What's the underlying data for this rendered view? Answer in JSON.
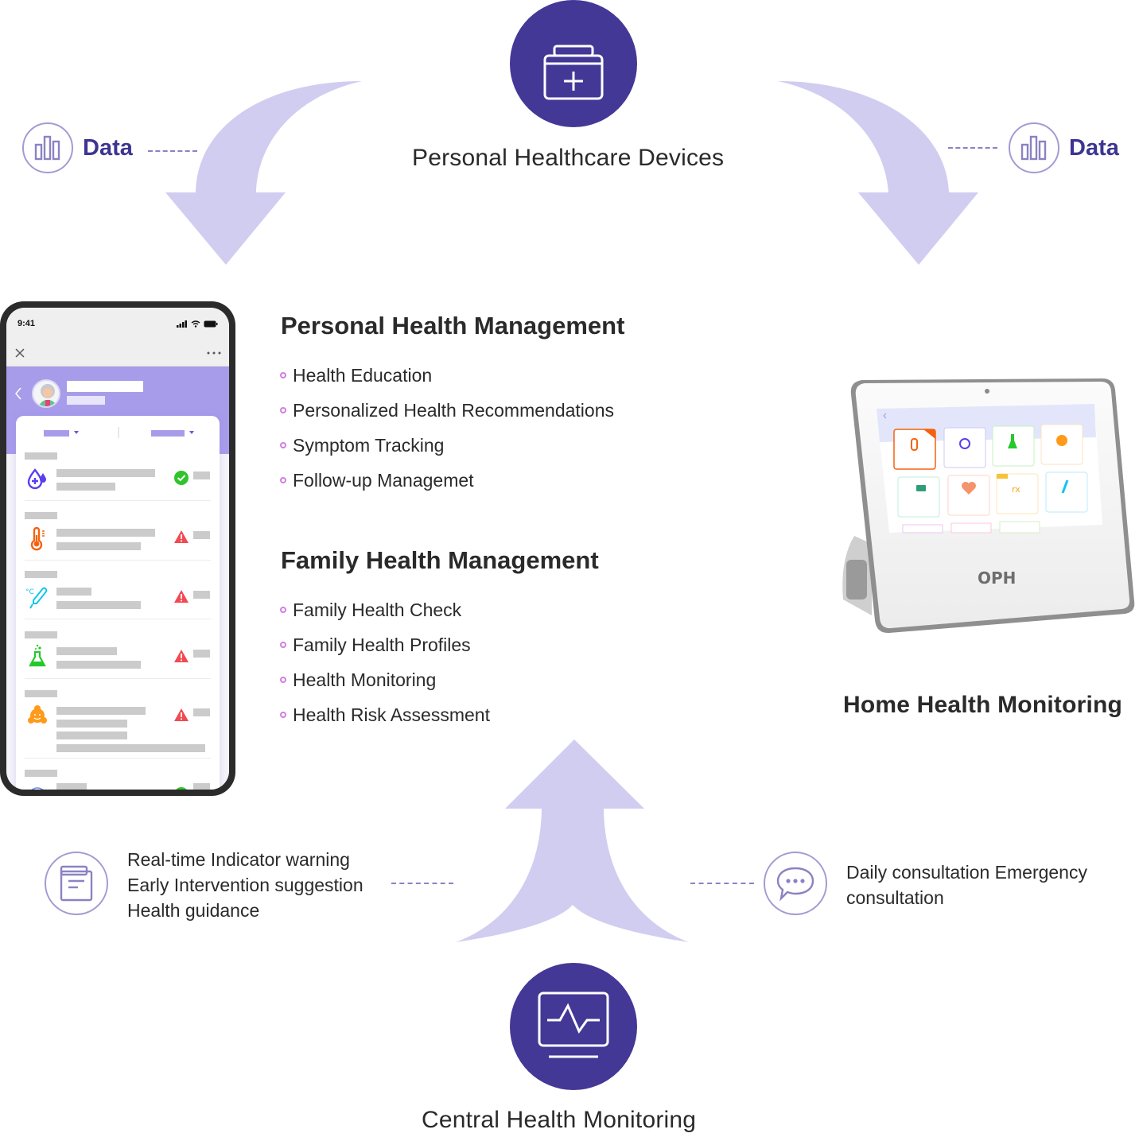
{
  "colors": {
    "hub": "#433896",
    "arrow": "#d1cdf1",
    "accent_text": "#3d3591",
    "ring": "#a49ad4",
    "bullet": "#d27de0",
    "phone_header": "#a79cea"
  },
  "top_hub": {
    "icon": "medical-kit-icon",
    "label": "Personal Healthcare Devices"
  },
  "bottom_hub": {
    "icon": "monitor-pulse-icon",
    "label": "Central Health Monitoring"
  },
  "data_badges": [
    {
      "icon": "bar-chart-icon",
      "label": "Data"
    },
    {
      "icon": "bar-chart-icon",
      "label": "Data"
    }
  ],
  "personal_health_management": {
    "title": "Personal Health Management",
    "items": [
      "Health Education",
      "Personalized Health Recommendations",
      "Symptom Tracking",
      "Follow-up Managemet"
    ]
  },
  "family_health_management": {
    "title": "Family Health Management",
    "items": [
      "Family Health Check",
      "Family Health Profiles",
      "Health Monitoring",
      "Health Risk Assessment"
    ]
  },
  "phone": {
    "time": "9:41",
    "close_icon": "close-icon",
    "more_icon": "more-icon",
    "rows": [
      {
        "icon": "blood-glucose-icon",
        "status": "normal"
      },
      {
        "icon": "thermometer-icon",
        "status": "warning"
      },
      {
        "icon": "temperature-pen-icon",
        "status": "warning"
      },
      {
        "icon": "lab-flask-icon",
        "status": "warning"
      },
      {
        "icon": "mood-icon",
        "status": "warning"
      },
      {
        "icon": "heart-rate-icon",
        "status": "normal"
      }
    ]
  },
  "home_device": {
    "label": "Home Health Monitoring",
    "brand": "OPH"
  },
  "notes": {
    "left": {
      "icon": "report-icon",
      "lines": [
        "Real-time Indicator warning",
        "Early Intervention suggestion",
        "Health guidance"
      ]
    },
    "right": {
      "icon": "chat-icon",
      "lines": [
        "Daily consultation Emergency",
        "consultation"
      ]
    }
  }
}
